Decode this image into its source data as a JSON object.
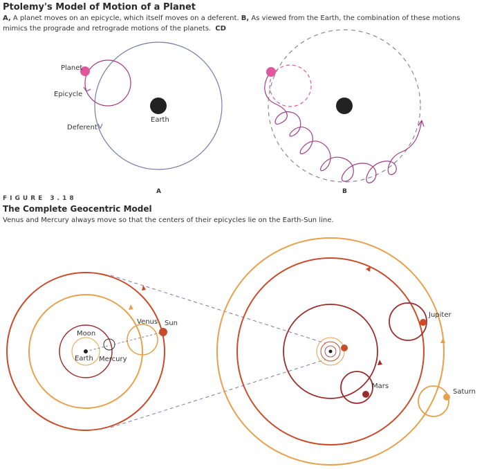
{
  "figure_a": {
    "title": "Ptolemy's Model of Motion of a Planet",
    "caption_a_letter": "A,",
    "caption_a_text": " A planet moves on an epicycle, which itself moves on a deferent. ",
    "caption_b_letter": "B,",
    "caption_b_text": " As viewed from the Earth, the combination of these motions mimics the prograde and retrograde motions of the planets.",
    "caption_cd": "CD",
    "labels": {
      "planet": "Planet",
      "epicycle": "Epicycle",
      "deferent": "Deferent",
      "earth": "Earth",
      "panel_a": "A",
      "panel_b": "B"
    }
  },
  "figure_b": {
    "number": "FIGURE 3.18",
    "title": "The Complete Geocentric Model",
    "caption": "Venus and Mercury always move so that the centers of their epicycles lie on the Earth-Sun line.",
    "labels": {
      "moon": "Moon",
      "earth": "Earth",
      "mercury": "Mercury",
      "venus": "Venus",
      "sun": "Sun",
      "jupiter": "Jupiter",
      "mars": "Mars",
      "saturn": "Saturn"
    }
  },
  "colors": {
    "deferent_gray": "#7a7aa8",
    "planet_pink": "#e0589c",
    "epicycle_purple": "#a23a88",
    "orbit_red": "#c94b2a",
    "orbit_orange": "#e8a04a",
    "orbit_darkred": "#9c2b2b"
  }
}
